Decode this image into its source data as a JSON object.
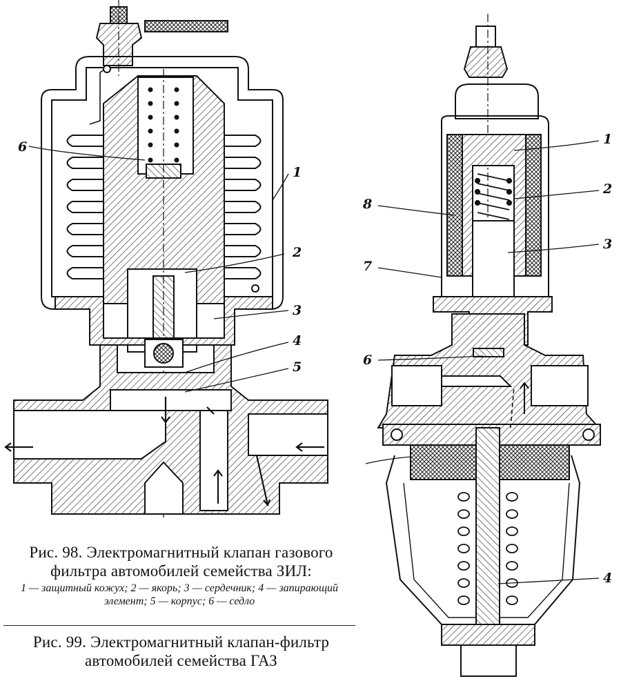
{
  "figure98": {
    "caption": "Рис. 98. Электромагнитный клапан газового фильтра автомобилей семейства ЗИЛ:",
    "legend": "1 — защитный кожух; 2 — якорь; 3 — сердечник; 4 — запирающий элемент; 5 — корпус; 6 — седло",
    "labels": [
      "6",
      "1",
      "2",
      "3",
      "4",
      "5"
    ]
  },
  "figure99": {
    "caption": "Рис. 99. Электромагнитный клапан-фильтр автомобилей семейства ГАЗ",
    "labels": [
      "1",
      "2",
      "8",
      "3",
      "7",
      "6",
      "4"
    ]
  }
}
